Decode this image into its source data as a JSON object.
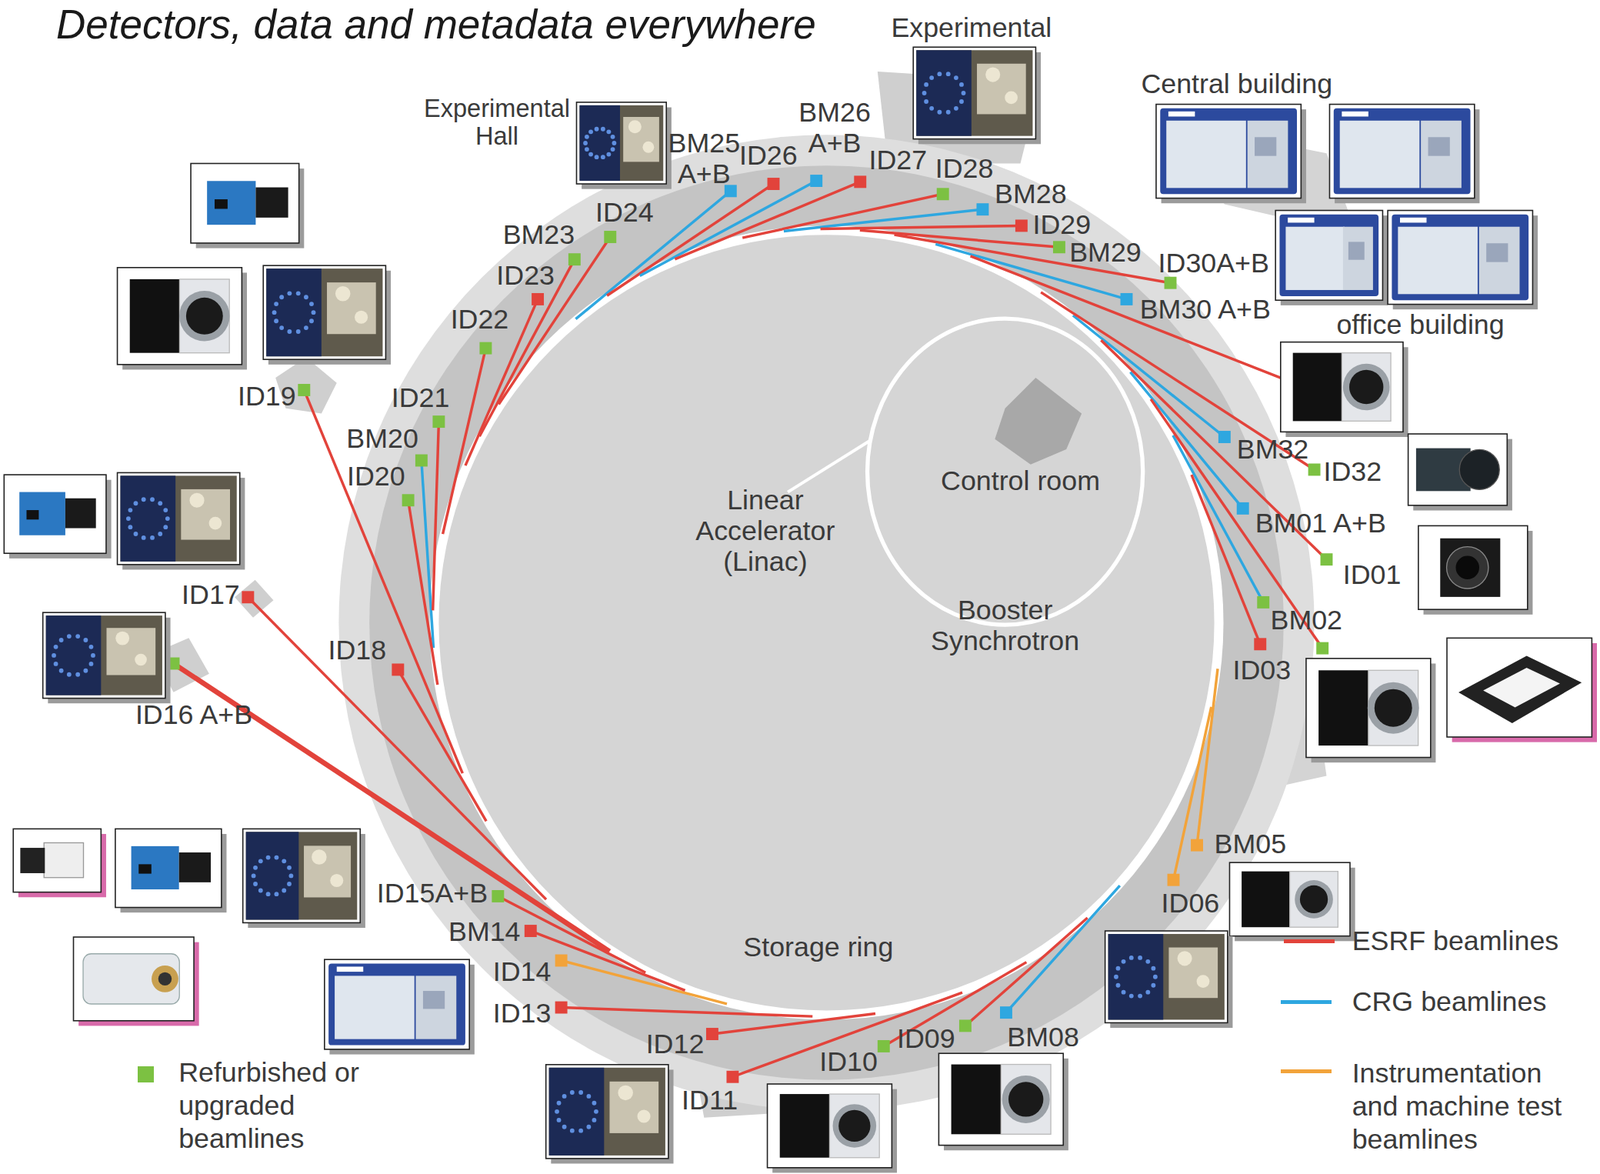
{
  "diagram": {
    "title": "Detectors, data and metadata everywhere",
    "labels": [
      "Experimental Hall",
      "Experimental",
      "Central building",
      "office building",
      "BM25 A+B",
      "ID26",
      "BM26 A+B",
      "ID27",
      "ID28",
      "BM28",
      "ID29",
      "BM29",
      "ID30A+B",
      "BM30 A+B",
      "BM32",
      "ID32",
      "BM01 A+B",
      "ID01",
      "BM02",
      "ID03",
      "BM05",
      "ID06",
      "BM08",
      "ID09",
      "ID10",
      "ID11",
      "ID12",
      "ID13",
      "ID14",
      "BM14",
      "ID15A+B",
      "ID16 A+B",
      "ID17",
      "ID18",
      "ID19",
      "BM20",
      "ID20",
      "ID21",
      "ID22",
      "ID23",
      "BM23",
      "ID24",
      "Linear Accelerator (Linac)",
      "Control room",
      "Booster Synchrotron",
      "Storage ring"
    ],
    "legend": [
      {
        "text": "ESRF beamlines",
        "color": "#e2433b"
      },
      {
        "text": "CRG beamlines",
        "color": "#2ea7e0"
      },
      {
        "text": "Instrumentation and machine test beamlines",
        "color": "#f2a33a"
      },
      {
        "text": "Refurbished or upgraded beamlines",
        "color": "#7cc142"
      }
    ]
  }
}
